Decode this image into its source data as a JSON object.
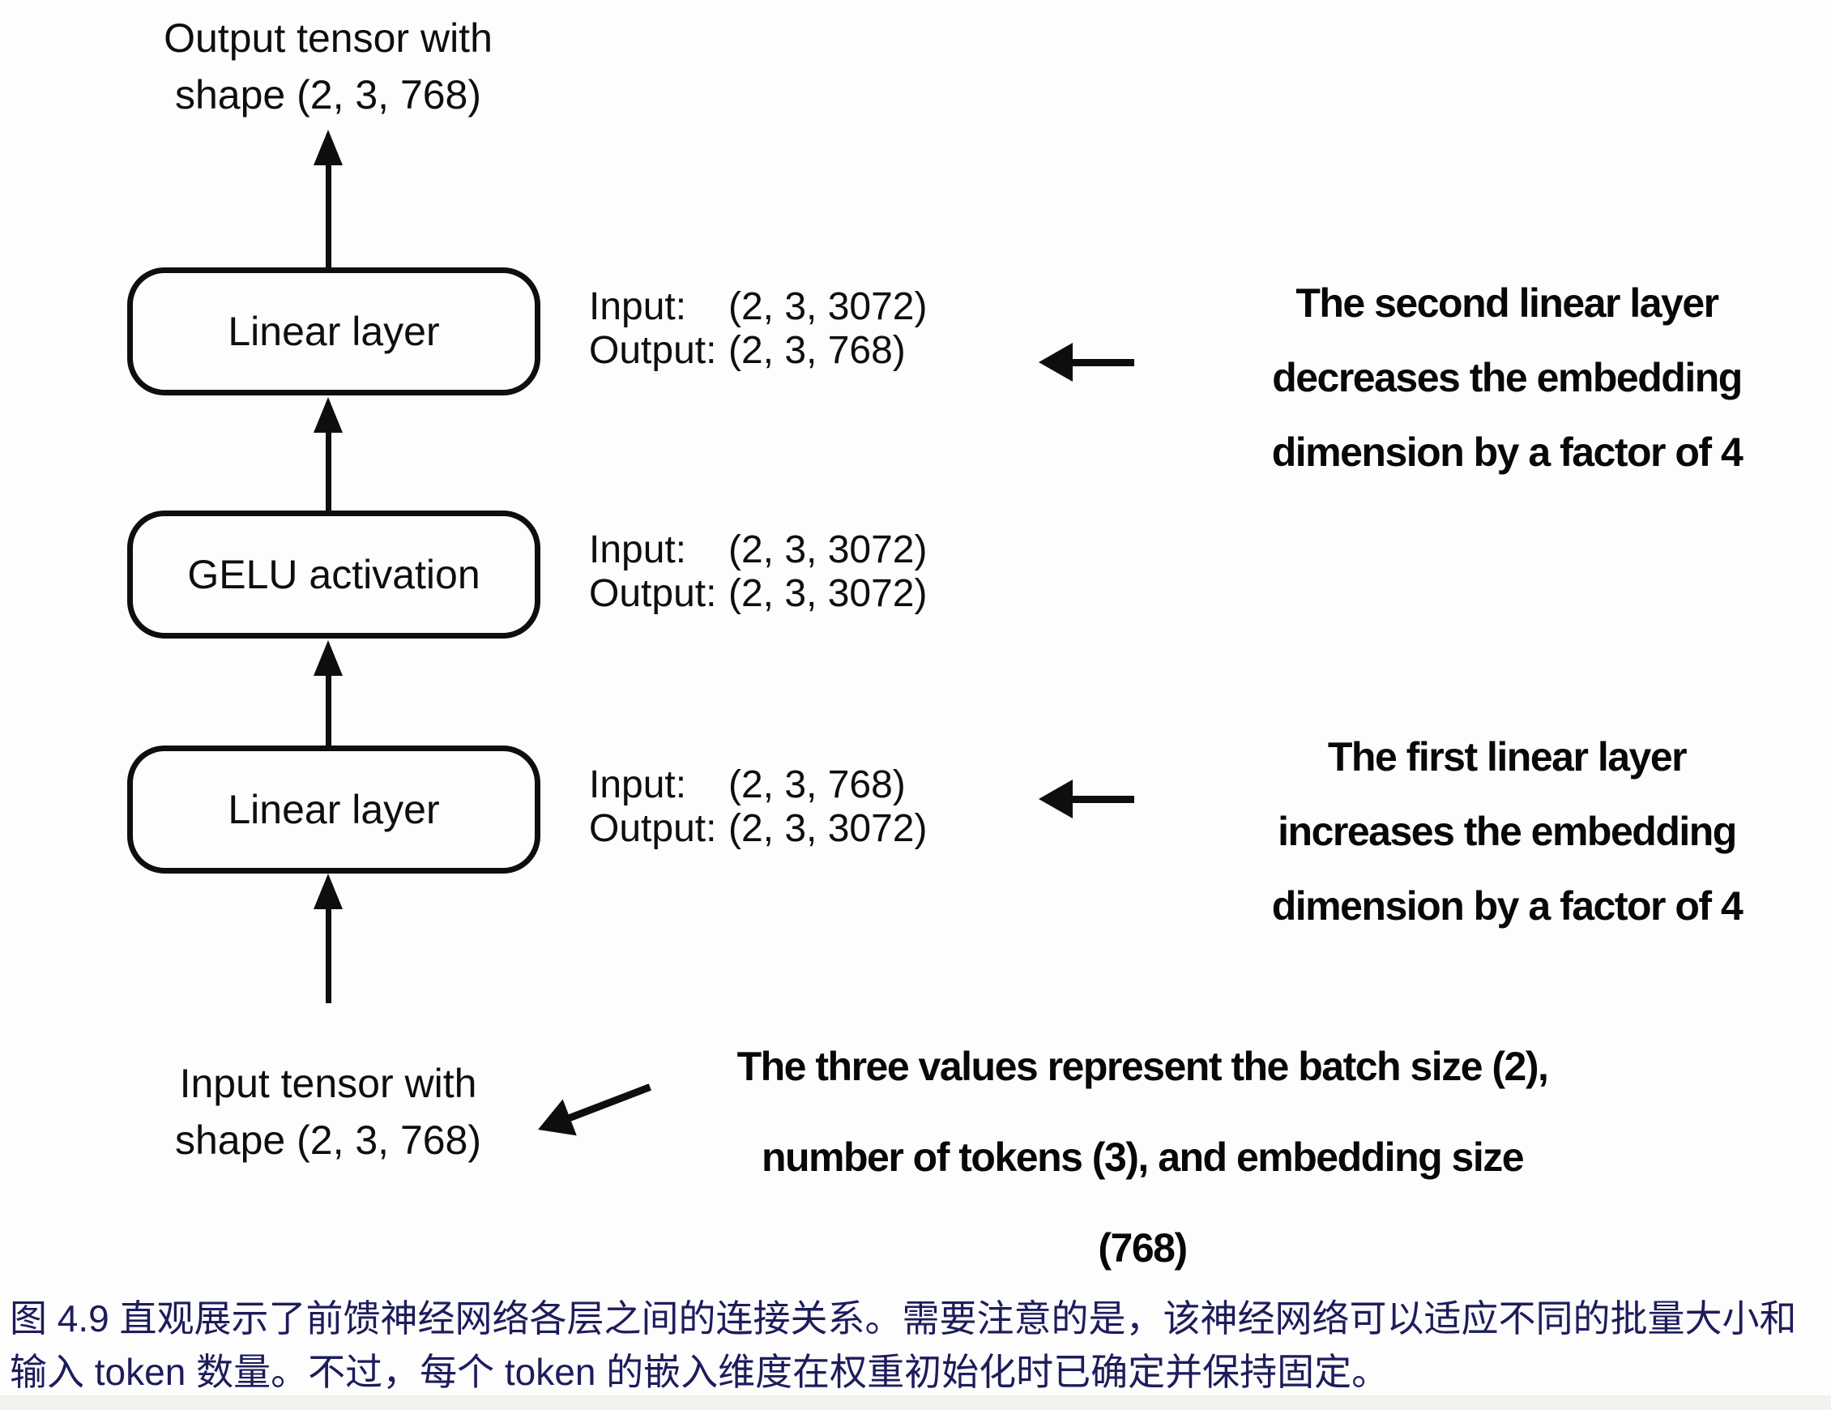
{
  "colors": {
    "ink": "#0e0e0e",
    "caption_text": "#1d1d5c",
    "background": "#fdfdfd"
  },
  "diagram": {
    "output_tensor": {
      "line1": "Output tensor with",
      "line2": "shape (2, 3, 768)"
    },
    "input_tensor": {
      "line1": "Input tensor with",
      "line2": "shape (2, 3, 768)"
    },
    "boxes": {
      "linear_top": {
        "label": "Linear layer",
        "input_label": "Input:",
        "input_value": "(2, 3, 3072)",
        "output_label": "Output:",
        "output_value": "(2, 3, 768)"
      },
      "gelu": {
        "label": "GELU activation",
        "input_label": "Input:",
        "input_value": "(2, 3, 3072)",
        "output_label": "Output:",
        "output_value": "(2, 3, 3072)"
      },
      "linear_bottom": {
        "label": "Linear layer",
        "input_label": "Input:",
        "input_value": "(2, 3, 768)",
        "output_label": "Output:",
        "output_value": "(2, 3, 3072)"
      }
    },
    "annotations": {
      "second_linear": {
        "line1": "The second linear layer",
        "line2": "decreases the embedding",
        "line3": "dimension by a factor of 4"
      },
      "first_linear": {
        "line1": "The first linear layer",
        "line2": "increases the embedding",
        "line3": "dimension by a factor of 4"
      },
      "tensor_values": {
        "line1": "The three values represent the batch size (2),",
        "line2": "number of tokens (3), and embedding size",
        "line3": "(768)"
      }
    }
  },
  "caption": {
    "line1": "图 4.9 直观展示了前馈神经网络各层之间的连接关系。需要注意的是，该神经网络可以适应不同的批量大小和",
    "line2": "输入 token 数量。不过，每个 token 的嵌入维度在权重初始化时已确定并保持固定。"
  }
}
